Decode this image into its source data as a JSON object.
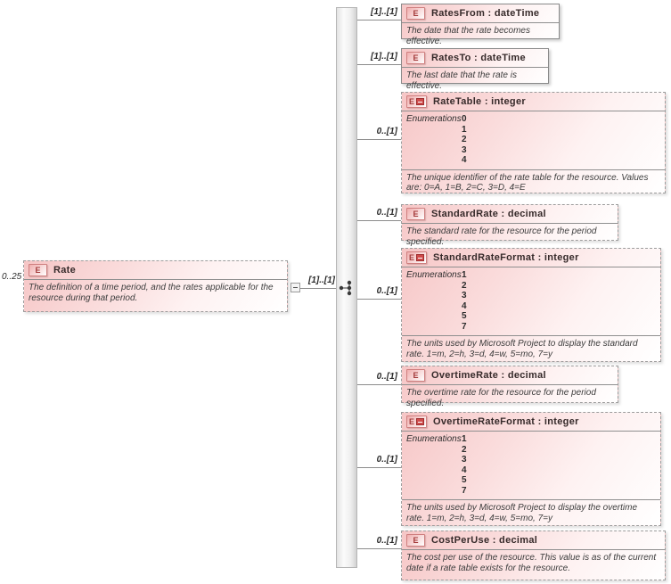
{
  "root": {
    "occurrence": "0..25",
    "icon_letter": "E",
    "name": "Rate",
    "description": "The definition of a time period, and the rates applicable for the resource during that period.",
    "connector_cardinality": "[1]..[1]",
    "compositor": "sequence"
  },
  "type_separator": " : ",
  "enumerations_heading": "Enumerations",
  "colors": {
    "box_fill_pink": "#f6c6c6",
    "icon_red": "#cf4b4b",
    "line_gray": "#8c8c8c"
  },
  "children": [
    {
      "icon_letter": "E",
      "name": "RatesFrom",
      "type": "dateTime",
      "cardinality": "[1]..[1]",
      "description": "The date that the rate becomes effective."
    },
    {
      "icon_letter": "E",
      "name": "RatesTo",
      "type": "dateTime",
      "cardinality": "[1]..[1]",
      "description": "The last date that the rate is effective."
    },
    {
      "icon_letter": "E",
      "name": "RateTable",
      "type": "integer",
      "cardinality": "0..[1]",
      "enumerations": [
        "0",
        "1",
        "2",
        "3",
        "4"
      ],
      "description": "The unique identifier of the rate table for the resource. Values are: 0=A, 1=B, 2=C, 3=D, 4=E"
    },
    {
      "icon_letter": "E",
      "name": "StandardRate",
      "type": "decimal",
      "cardinality": "0..[1]",
      "description": "The standard rate for the resource for the period specified."
    },
    {
      "icon_letter": "E",
      "name": "StandardRateFormat",
      "type": "integer",
      "cardinality": "0..[1]",
      "enumerations": [
        "1",
        "2",
        "3",
        "4",
        "5",
        "7"
      ],
      "description": "The units used by Microsoft Project to display the standard rate.  1=m, 2=h, 3=d, 4=w, 5=mo, 7=y"
    },
    {
      "icon_letter": "E",
      "name": "OvertimeRate",
      "type": "decimal",
      "cardinality": "0..[1]",
      "description": "The overtime rate for the resource for the period specified."
    },
    {
      "icon_letter": "E",
      "name": "OvertimeRateFormat",
      "type": "integer",
      "cardinality": "0..[1]",
      "enumerations": [
        "1",
        "2",
        "3",
        "4",
        "5",
        "7"
      ],
      "description": "The units used by Microsoft Project to display the overtime rate.  1=m, 2=h, 3=d, 4=w, 5=mo, 7=y"
    },
    {
      "icon_letter": "E",
      "name": "CostPerUse",
      "type": "decimal",
      "cardinality": "0..[1]",
      "description": "The cost per use of the resource. This value is as of the current date if a rate table exists for the resource."
    }
  ]
}
